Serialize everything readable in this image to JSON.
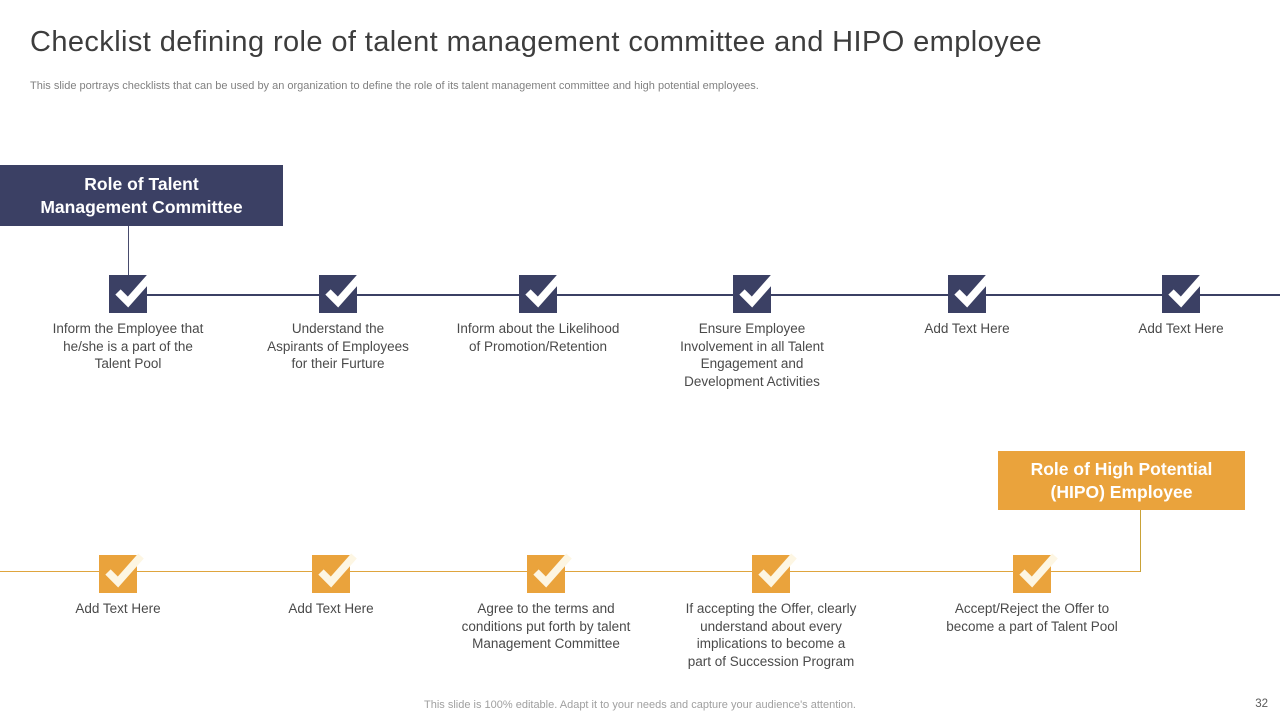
{
  "slide": {
    "title": "Checklist defining role of talent management committee and HIPO employee",
    "subtitle": "This slide portrays checklists that can be used by an organization to define the role of its talent management committee and high potential employees.",
    "footer_note": "This slide is 100% editable. Adapt it to your needs and capture your audience's attention.",
    "page_number": "32"
  },
  "colors": {
    "navy": "#3b4064",
    "orange": "#eaa33c",
    "body_text": "#4a4a4a"
  },
  "committee": {
    "header": "Role of Talent\nManagement Committee",
    "items": [
      {
        "label": "Inform the Employee that\nhe/she is a part of the\nTalent Pool"
      },
      {
        "label": "Understand the\nAspirants of Employees\nfor their Furture"
      },
      {
        "label": "Inform about the Likelihood\nof Promotion/Retention"
      },
      {
        "label": "Ensure Employee\nInvolvement in all Talent\nEngagement and\nDevelopment Activities"
      },
      {
        "label": "Add Text Here"
      },
      {
        "label": "Add Text Here"
      }
    ]
  },
  "hipo": {
    "header": "Role of High Potential\n(HIPO) Employee",
    "items": [
      {
        "label": "Add Text Here"
      },
      {
        "label": "Add Text Here"
      },
      {
        "label": "Agree to the terms and\nconditions put forth by talent\nManagement Committee"
      },
      {
        "label": "If accepting the Offer, clearly\nunderstand about every\nimplications to become a\npart of Succession Program"
      },
      {
        "label": "Accept/Reject the Offer to\nbecome a part of Talent Pool"
      }
    ]
  },
  "icons": {
    "checkbox": "checkmark-icon"
  }
}
